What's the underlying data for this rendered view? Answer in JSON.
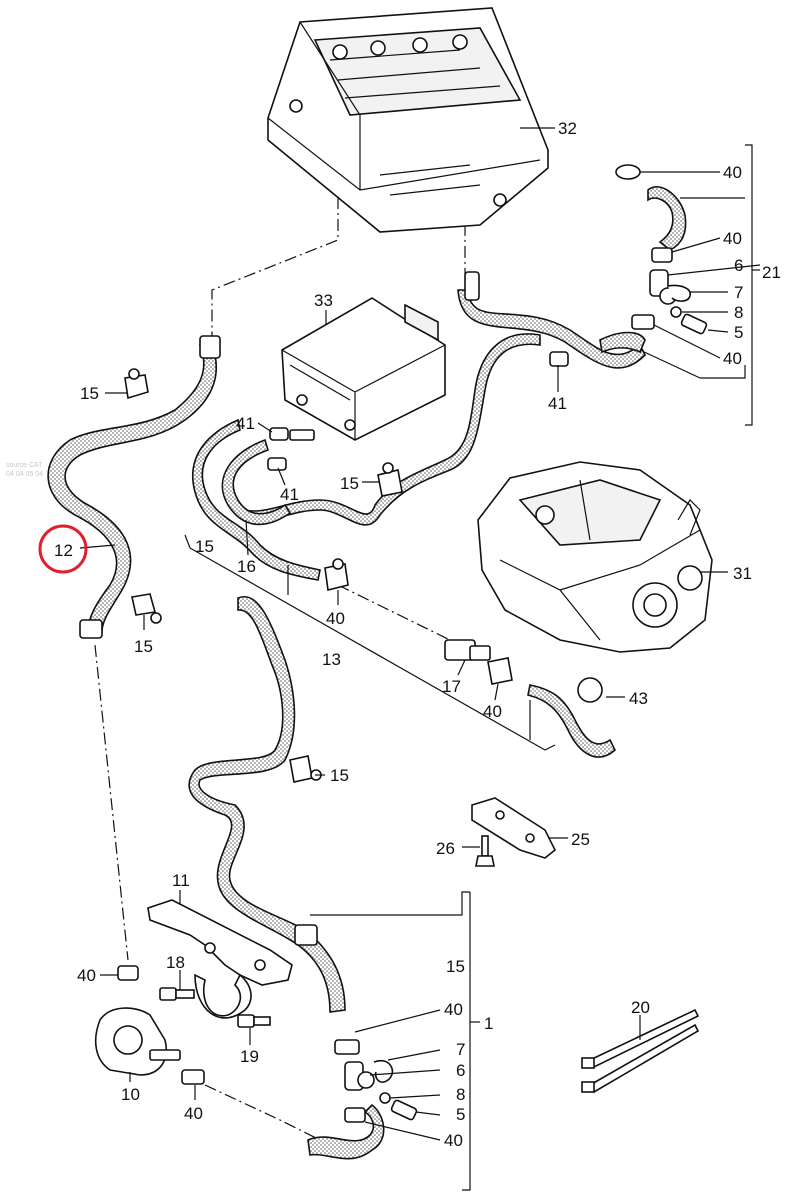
{
  "callouts": {
    "c32": "32",
    "c40a": "40",
    "c40b": "40",
    "c6a": "6",
    "c21": "21",
    "c7a": "7",
    "c8a": "8",
    "c5a": "5",
    "c40c": "40",
    "c33": "33",
    "c15a": "15",
    "c41a": "41",
    "c41b": "41",
    "c41c": "41",
    "c15b": "15",
    "c12": "12",
    "c15c": "15",
    "c16": "16",
    "c40d": "40",
    "c31": "31",
    "c13": "13",
    "c15d": "15",
    "c17": "17",
    "c40e": "40",
    "c43": "43",
    "c15e": "15",
    "c25": "25",
    "c26": "26",
    "c11": "11",
    "c15f": "15",
    "c18": "18",
    "c40f": "40",
    "c1": "1",
    "c40g": "40",
    "c7b": "7",
    "c6b": "6",
    "c8b": "8",
    "c5b": "5",
    "c40h": "40",
    "c19": "19",
    "c10": "10",
    "c40i": "40",
    "c20": "20"
  },
  "highlight": {
    "color": "#e0202a",
    "target": "12"
  },
  "watermark": {
    "line1": "source CAT",
    "line2": "04 04 05 04"
  }
}
